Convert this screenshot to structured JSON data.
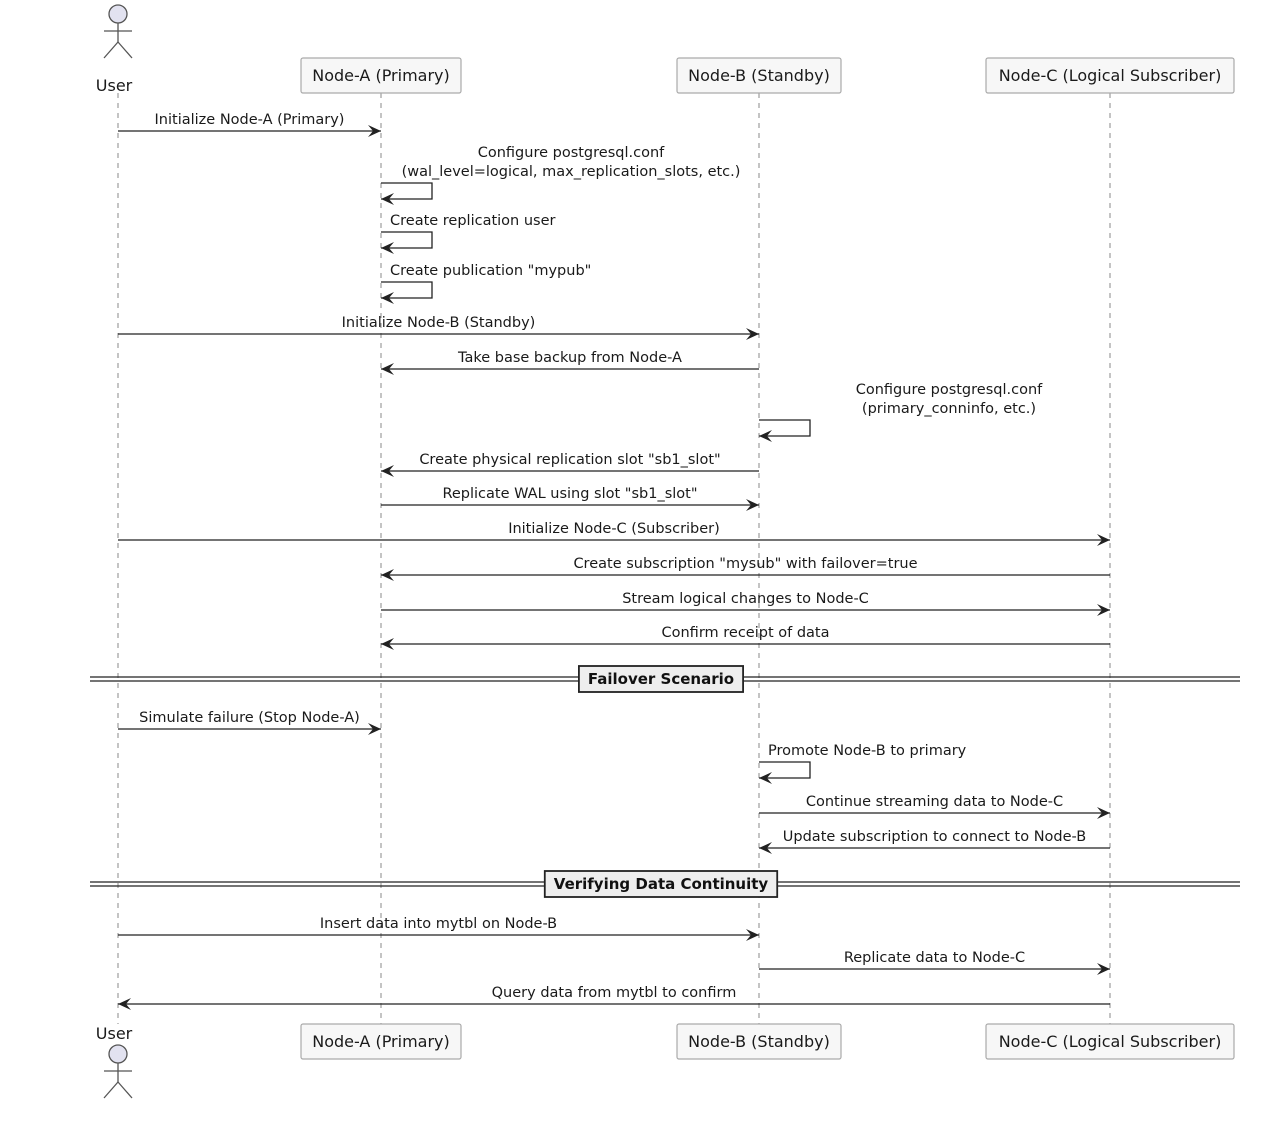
{
  "participants": [
    {
      "id": "user",
      "label": "User",
      "kind": "actor"
    },
    {
      "id": "a",
      "label": "Node-A (Primary)",
      "kind": "box"
    },
    {
      "id": "b",
      "label": "Node-B (Standby)",
      "kind": "box"
    },
    {
      "id": "c",
      "label": "Node-C (Logical Subscriber)",
      "kind": "box"
    }
  ],
  "colors": {
    "line": "#222222",
    "lifeline": "#888888",
    "box_fill": "#f7f7f7",
    "box_stroke": "#aaaaaa",
    "actor_fill": "#e2e2f0",
    "divider_fill": "#eeeeee"
  },
  "events": [
    {
      "type": "msg",
      "from": "user",
      "to": "a",
      "label": "Initialize Node-A (Primary)"
    },
    {
      "type": "self",
      "on": "a",
      "lines": [
        "Configure postgresql.conf",
        "(wal_level=logical, max_replication_slots, etc.)"
      ]
    },
    {
      "type": "self",
      "on": "a",
      "lines": [
        "Create replication user"
      ]
    },
    {
      "type": "self",
      "on": "a",
      "lines": [
        "Create publication \"mypub\""
      ]
    },
    {
      "type": "msg",
      "from": "user",
      "to": "b",
      "label": "Initialize Node-B (Standby)"
    },
    {
      "type": "msg",
      "from": "b",
      "to": "a",
      "label": "Take base backup from Node-A"
    },
    {
      "type": "self",
      "on": "b",
      "lines": [
        "Configure postgresql.conf",
        "(primary_conninfo, etc.)"
      ]
    },
    {
      "type": "msg",
      "from": "b",
      "to": "a",
      "label": "Create physical replication slot \"sb1_slot\""
    },
    {
      "type": "msg",
      "from": "a",
      "to": "b",
      "label": "Replicate WAL using slot \"sb1_slot\""
    },
    {
      "type": "msg",
      "from": "user",
      "to": "c",
      "label": "Initialize Node-C (Subscriber)"
    },
    {
      "type": "msg",
      "from": "c",
      "to": "a",
      "label": "Create subscription \"mysub\" with failover=true"
    },
    {
      "type": "msg",
      "from": "a",
      "to": "c",
      "label": "Stream logical changes to Node-C"
    },
    {
      "type": "msg",
      "from": "c",
      "to": "a",
      "label": "Confirm receipt of data"
    },
    {
      "type": "divider",
      "label": "Failover Scenario"
    },
    {
      "type": "msg",
      "from": "user",
      "to": "a",
      "label": "Simulate failure (Stop Node-A)"
    },
    {
      "type": "self",
      "on": "b",
      "lines": [
        "Promote Node-B to primary"
      ]
    },
    {
      "type": "msg",
      "from": "b",
      "to": "c",
      "label": "Continue streaming data to Node-C"
    },
    {
      "type": "msg",
      "from": "c",
      "to": "b",
      "label": "Update subscription to connect to Node-B"
    },
    {
      "type": "divider",
      "label": "Verifying Data Continuity"
    },
    {
      "type": "msg",
      "from": "user",
      "to": "b",
      "label": "Insert data into mytbl on Node-B"
    },
    {
      "type": "msg",
      "from": "b",
      "to": "c",
      "label": "Replicate data to Node-C"
    },
    {
      "type": "msg",
      "from": "c",
      "to": "user",
      "label": "Query data from mytbl to confirm"
    }
  ]
}
